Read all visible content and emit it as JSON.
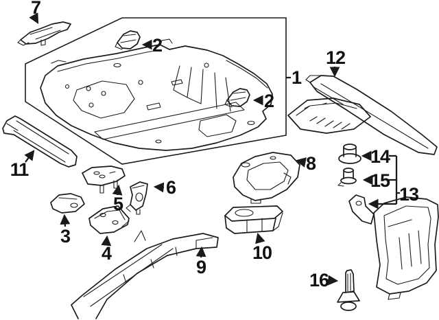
{
  "figure": {
    "kind": "exploded-parts-line-diagram",
    "colors": {
      "background": "#ffffff",
      "line": "#1a1a1a",
      "label_text": "#111111"
    },
    "callouts": [
      {
        "label": "1"
      },
      {
        "label": "2"
      },
      {
        "label": "2"
      },
      {
        "label": "3"
      },
      {
        "label": "4"
      },
      {
        "label": "5"
      },
      {
        "label": "6"
      },
      {
        "label": "7"
      },
      {
        "label": "8"
      },
      {
        "label": "9"
      },
      {
        "label": "10"
      },
      {
        "label": "11"
      },
      {
        "label": "12"
      },
      {
        "label": "13"
      },
      {
        "label": "14"
      },
      {
        "label": "15"
      },
      {
        "label": "16"
      }
    ]
  }
}
